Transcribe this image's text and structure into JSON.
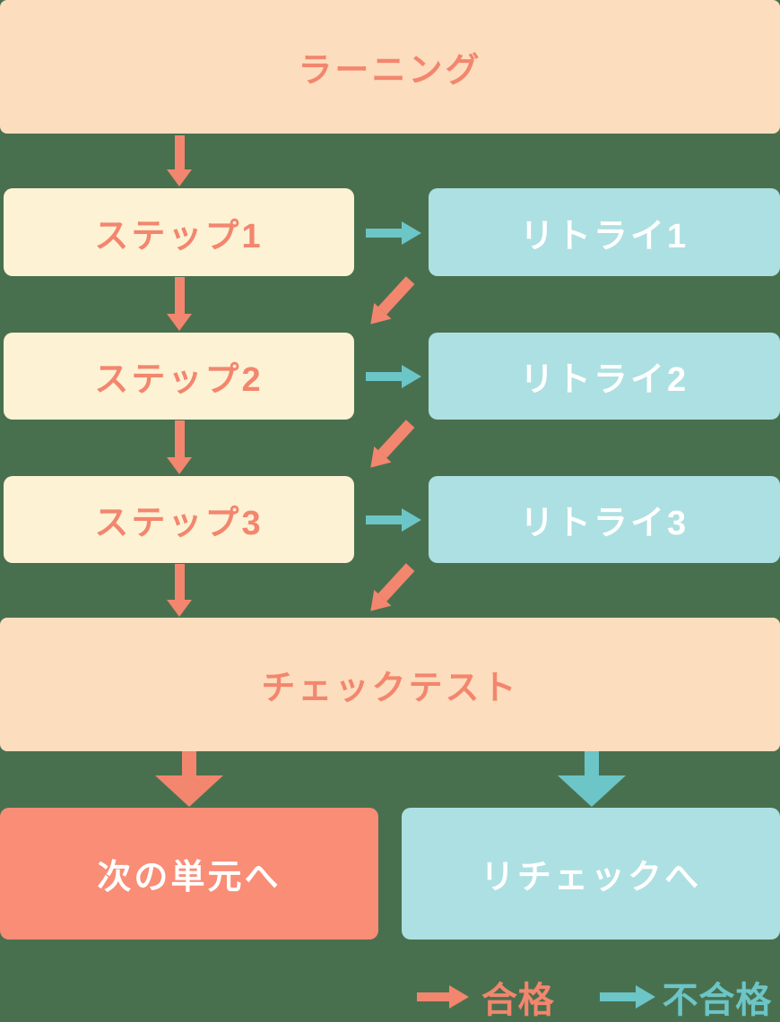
{
  "colors": {
    "background": "#49704E",
    "peach": "#FCDDBE",
    "cream": "#FDF2D4",
    "light_blue": "#ADE0E2",
    "salmon": "#F3866E",
    "salmon_box": "#F98D76",
    "teal": "#6CC5C7",
    "white_text": "#FFFFFF"
  },
  "flowchart": {
    "learning": {
      "label": "ラーニング"
    },
    "steps": [
      {
        "label": "ステップ1"
      },
      {
        "label": "ステップ2"
      },
      {
        "label": "ステップ3"
      }
    ],
    "retries": [
      {
        "label": "リトライ1"
      },
      {
        "label": "リトライ2"
      },
      {
        "label": "リトライ3"
      }
    ],
    "check_test": {
      "label": "チェックテスト"
    },
    "pass_result": {
      "label": "次の単元へ"
    },
    "fail_result": {
      "label": "リチェックへ"
    },
    "legend": {
      "pass": {
        "label": "合格"
      },
      "fail": {
        "label": "不合格"
      }
    }
  }
}
